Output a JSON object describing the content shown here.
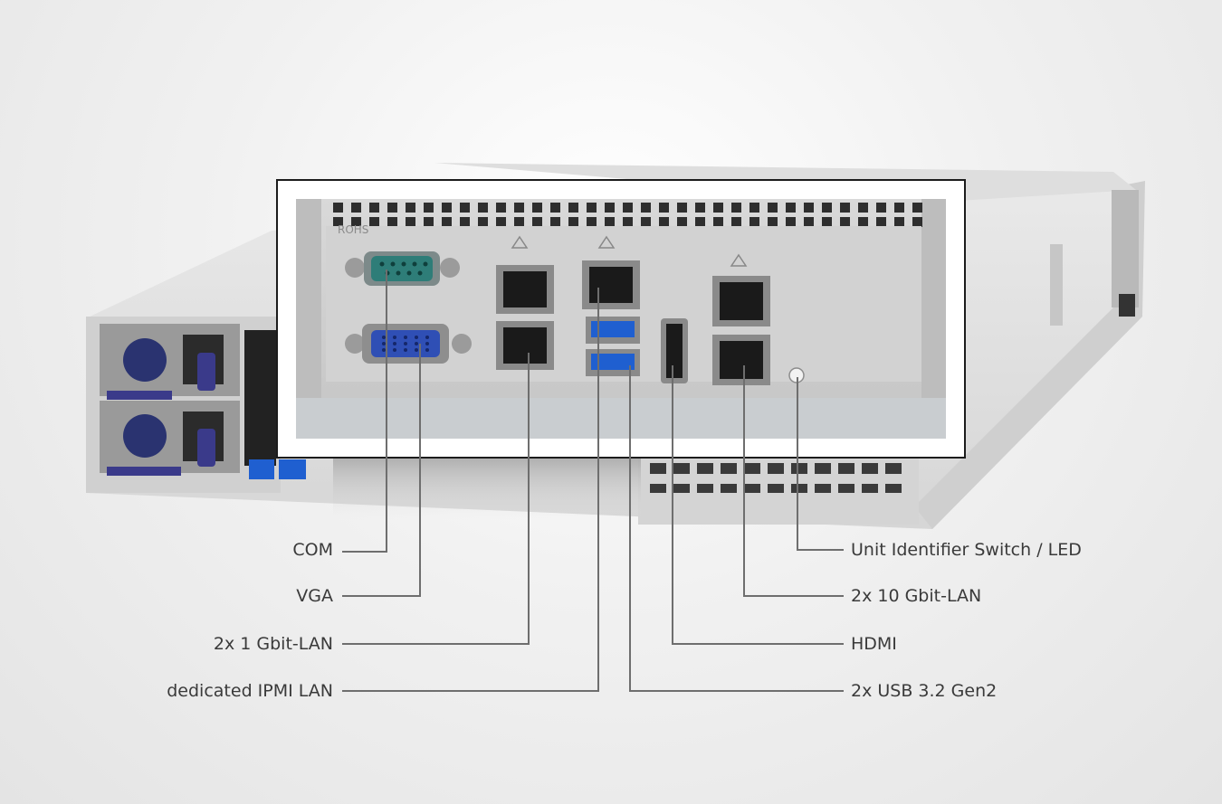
{
  "panel": {
    "rohs_mark": "ROHS"
  },
  "labels": {
    "com": "COM",
    "vga": "VGA",
    "gbit_lan_1": "2x 1 Gbit-LAN",
    "ipmi_lan": "dedicated IPMI LAN",
    "uid": "Unit Identifier Switch / LED",
    "lan_10g": "2x 10 Gbit-LAN",
    "hdmi": "HDMI",
    "usb": "2x USB 3.2 Gen2"
  },
  "colors": {
    "leader_line": "#6e6e6e",
    "vga_port": "#2f4fb5",
    "com_port": "#2e7d78",
    "usb_port": "#1f5fd0",
    "psu_handle": "#3a3a8a"
  }
}
